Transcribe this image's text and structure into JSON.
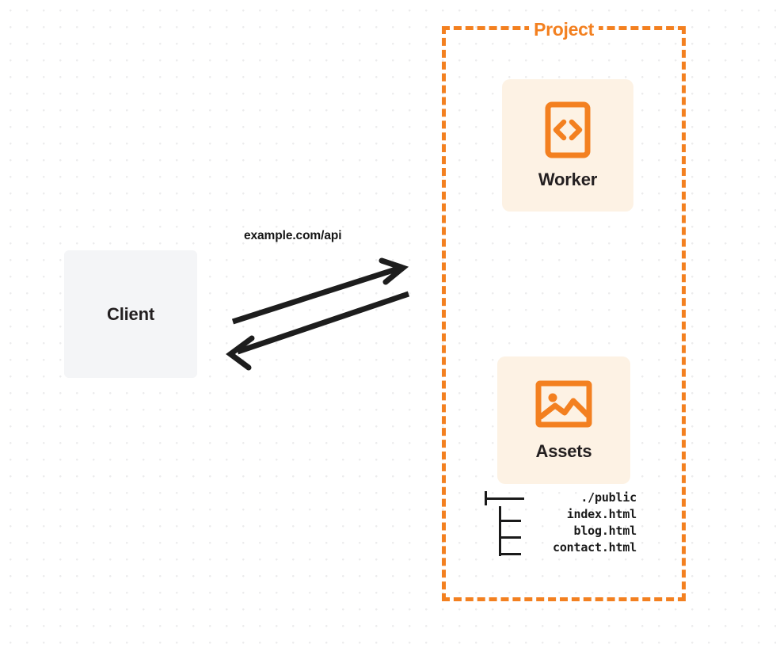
{
  "diagram": {
    "title": "Project",
    "background": "dot-grid",
    "colors": {
      "accent_orange": "#f38020",
      "card_background": "#fdf2e4",
      "client_background": "#f4f5f7",
      "text_dark": "#231f20",
      "dot_grid": "#ececed"
    }
  },
  "client": {
    "label": "Client",
    "icon": "none"
  },
  "connection": {
    "label": "example.com/api",
    "request_arrow": "arrow-right",
    "response_arrow": "arrow-left",
    "stroke_color": "#1d1d1d"
  },
  "project": {
    "label": "Project",
    "border_style": "dashed",
    "border_color": "#f38020",
    "nodes": [
      {
        "id": "worker",
        "label": "Worker",
        "icon": "code-brackets-icon"
      },
      {
        "id": "assets",
        "label": "Assets",
        "icon": "image-picture-icon"
      }
    ]
  },
  "file_tree": {
    "rows": [
      {
        "branch": "root",
        "name": "./public"
      },
      {
        "branch": "child",
        "name": "index.html"
      },
      {
        "branch": "child",
        "name": "blog.html"
      },
      {
        "branch": "child",
        "name": "contact.html"
      }
    ]
  }
}
